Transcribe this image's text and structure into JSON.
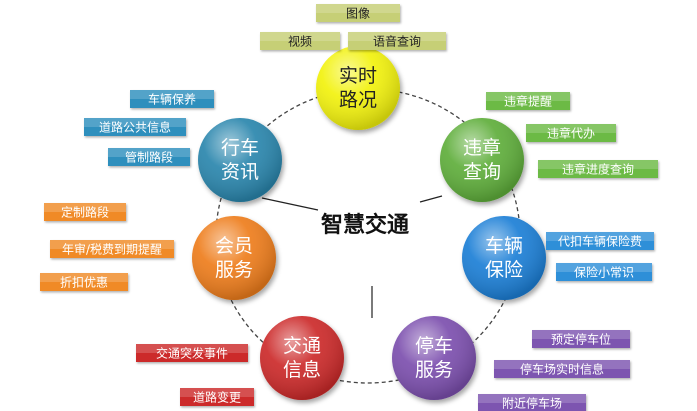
{
  "center_title": "智慧交通",
  "colors": {
    "yellow": "#f2f20a",
    "green": "#5fae3a",
    "blue": "#1e7fd6",
    "purple": "#7b4fae",
    "red": "#cc2a2a",
    "orange": "#ee7d1a",
    "teal": "#2a86ad",
    "olive_tag": "#c6cf76",
    "green_tag": "#6cba45",
    "blue_tag": "#2f8fd8",
    "purple_tag": "#7d55b0",
    "red_tag": "#cc2a2a",
    "orange_tag": "#f08a26",
    "teal_tag": "#2d8fbd"
  },
  "hubs": [
    {
      "id": "realtime",
      "lines": [
        "实时",
        "路况"
      ],
      "color": "yellow",
      "text_color": "#222222",
      "tags": [
        {
          "label": "图像",
          "color": "olive_tag",
          "text_color": "#222222"
        },
        {
          "label": "视频",
          "color": "olive_tag",
          "text_color": "#222222"
        },
        {
          "label": "语音查询",
          "color": "olive_tag",
          "text_color": "#222222"
        }
      ]
    },
    {
      "id": "violation",
      "lines": [
        "违章",
        "查询"
      ],
      "color": "green",
      "text_color": "#ffffff",
      "tags": [
        {
          "label": "违章提醒",
          "color": "green_tag",
          "text_color": "#ffffff"
        },
        {
          "label": "违章代办",
          "color": "green_tag",
          "text_color": "#ffffff"
        },
        {
          "label": "违章进度查询",
          "color": "green_tag",
          "text_color": "#ffffff"
        }
      ]
    },
    {
      "id": "insurance",
      "lines": [
        "车辆",
        "保险"
      ],
      "color": "blue",
      "text_color": "#ffffff",
      "tags": [
        {
          "label": "代扣车辆保险费",
          "color": "blue_tag",
          "text_color": "#ffffff"
        },
        {
          "label": "保险小常识",
          "color": "blue_tag",
          "text_color": "#ffffff"
        }
      ]
    },
    {
      "id": "parking",
      "lines": [
        "停车",
        "服务"
      ],
      "color": "purple",
      "text_color": "#ffffff",
      "tags": [
        {
          "label": "预定停车位",
          "color": "purple_tag",
          "text_color": "#ffffff"
        },
        {
          "label": "停车场实时信息",
          "color": "purple_tag",
          "text_color": "#ffffff"
        },
        {
          "label": "附近停车场",
          "color": "purple_tag",
          "text_color": "#ffffff"
        }
      ]
    },
    {
      "id": "traffic_info",
      "lines": [
        "交通",
        "信息"
      ],
      "color": "red",
      "text_color": "#ffffff",
      "tags": [
        {
          "label": "交通突发事件",
          "color": "red_tag",
          "text_color": "#ffffff"
        },
        {
          "label": "道路变更",
          "color": "red_tag",
          "text_color": "#ffffff"
        }
      ]
    },
    {
      "id": "member",
      "lines": [
        "会员",
        "服务"
      ],
      "color": "orange",
      "text_color": "#ffffff",
      "tags": [
        {
          "label": "定制路段",
          "color": "orange_tag",
          "text_color": "#ffffff"
        },
        {
          "label": "年审/税费到期提醒",
          "color": "orange_tag",
          "text_color": "#ffffff"
        },
        {
          "label": "折扣优惠",
          "color": "orange_tag",
          "text_color": "#ffffff"
        }
      ]
    },
    {
      "id": "driving",
      "lines": [
        "行车",
        "资讯"
      ],
      "color": "teal",
      "text_color": "#ffffff",
      "tags": [
        {
          "label": "车辆保养",
          "color": "teal_tag",
          "text_color": "#ffffff"
        },
        {
          "label": "道路公共信息",
          "color": "teal_tag",
          "text_color": "#ffffff"
        },
        {
          "label": "管制路段",
          "color": "teal_tag",
          "text_color": "#ffffff"
        }
      ]
    }
  ]
}
